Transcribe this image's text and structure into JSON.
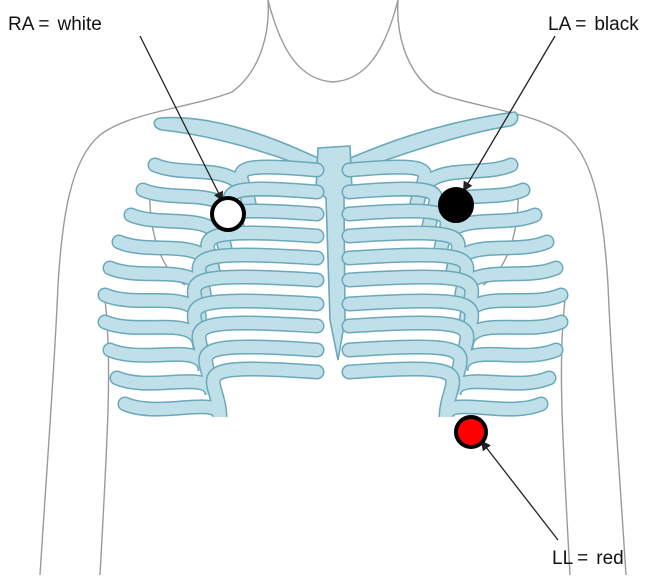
{
  "labels": {
    "ra": {
      "lead": "RA",
      "equals": "=",
      "color_name": "white"
    },
    "la": {
      "lead": "LA",
      "equals": "=",
      "color_name": "black"
    },
    "ll": {
      "lead": "LL",
      "equals": "=",
      "color_name": "red"
    }
  },
  "electrodes": {
    "ra": {
      "fill": "#ffffff"
    },
    "la": {
      "fill": "#000000"
    },
    "ll": {
      "fill": "#ff0000"
    }
  },
  "colors": {
    "rib_fill": "#bfe0e8",
    "rib_stroke": "#6aa8ba",
    "body_outline": "#9a9a9a"
  }
}
